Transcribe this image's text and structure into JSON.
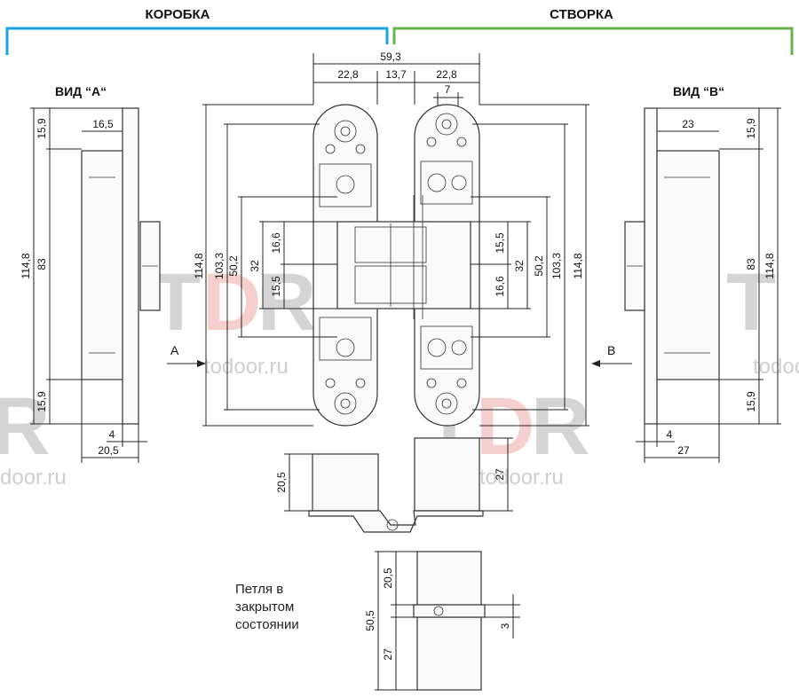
{
  "header": {
    "left": "КОРОБКА",
    "right": "СТВОРКА",
    "left_color": "#1aa3e0",
    "right_color": "#6ab04c"
  },
  "views": {
    "a": "ВИД “А“",
    "b": "ВИД “В“",
    "arrow_a": "A",
    "arrow_b": "B"
  },
  "note": "Петля в закрытом состоянии",
  "watermark": {
    "logo_t": "T",
    "logo_d": "D",
    "logo_r": "R",
    "site": "todoor.ru",
    "gray": "#c8c8c8",
    "pink": "#f3c8c6"
  },
  "dims": {
    "total_width": "59,3",
    "left_width": "22,8",
    "gap": "13,7",
    "right_width": "22,8",
    "seven": "7",
    "a_top": "15,9",
    "a_165": "16,5",
    "a_1148": "114,8",
    "a_83": "83",
    "a_bottom": "15,9",
    "a_4": "4",
    "a_205": "20,5",
    "b_23": "23",
    "b_top": "15,9",
    "b_83": "83",
    "b_1148": "114,8",
    "b_bottom": "15,9",
    "b_4": "4",
    "b_27": "27",
    "l_1148": "114,8",
    "l_1033": "103,3",
    "l_502": "50,2",
    "l_32": "32",
    "l_166": "16,6",
    "l_155": "15,5",
    "r_155": "15,5",
    "r_32": "32",
    "r_166": "16,6",
    "r_502": "50,2",
    "r_1033": "103,3",
    "r_1148": "114,8",
    "top_205": "20,5",
    "top_27": "27",
    "cl_205": "20,5",
    "cl_505": "50,5",
    "cl_27": "27",
    "cl_3": "3"
  }
}
